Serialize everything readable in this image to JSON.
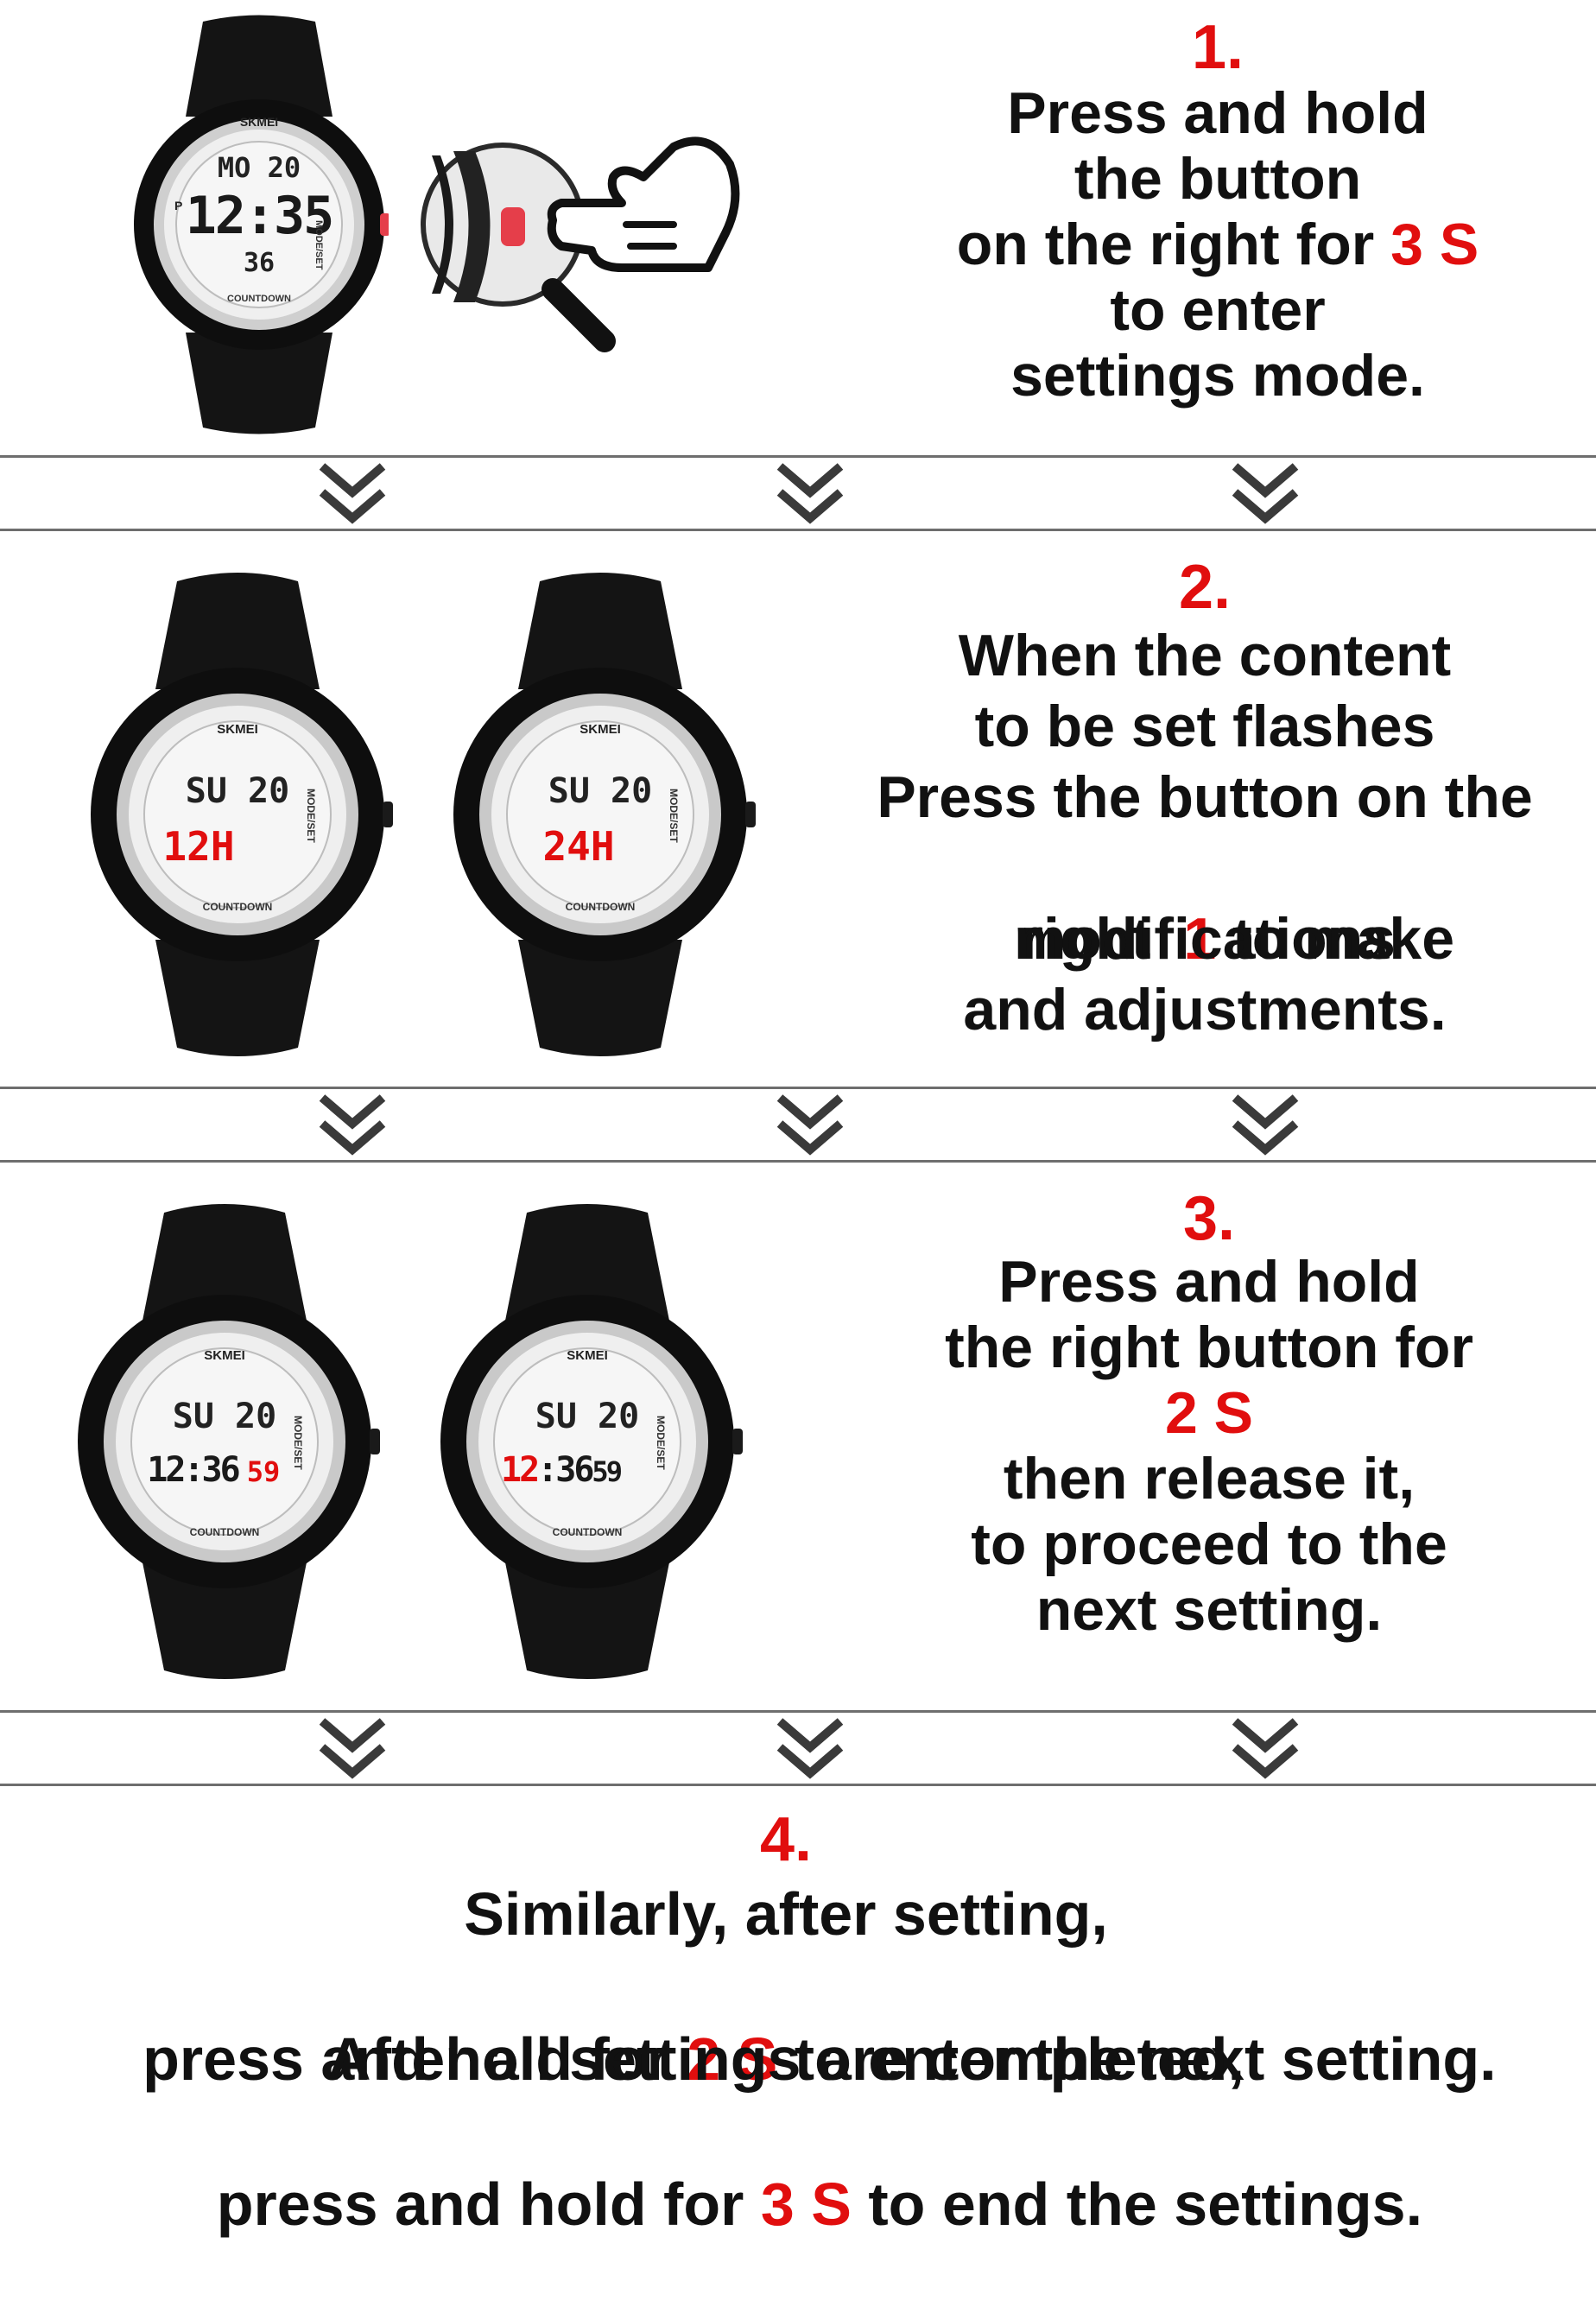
{
  "brand": "SKMEI",
  "bezel_side_label": "MODE/SET",
  "bezel_bottom_label": "COUNTDOWN",
  "accent_color": "#e10e0e",
  "separator_color": "#6e6e6e",
  "icons": [
    "double-chevron-down-icon",
    "pointing-hand-icon",
    "magnifier-icon"
  ],
  "step1": {
    "number": "1.",
    "line1": "Press and hold",
    "line2": "the button",
    "line3_pre": "on the right for ",
    "line3_highlight": "3 S",
    "line4": "to enter",
    "line5": "settings mode.",
    "watch": {
      "date": "MO 20",
      "time": "12:35",
      "am_pm": "P",
      "small": "36"
    }
  },
  "step2": {
    "number": "2.",
    "line1": "When the content",
    "line2": "to be set flashes",
    "line3": "Press the button on the",
    "line4_pre": "right  ",
    "line4_highlight": "1",
    "line4_post": " to make",
    "line5": "modifications",
    "line6": "and adjustments.",
    "watch_a": {
      "date": "SU 20",
      "value": "12H"
    },
    "watch_b": {
      "date": "SU 20",
      "value": "24H"
    }
  },
  "step3": {
    "number": "3.",
    "line1": "Press and hold",
    "line2": "the right button for",
    "line3_highlight": "2 S",
    "line4": "then release it,",
    "line5": "to proceed to the",
    "line6": "next setting.",
    "watch_a": {
      "date": "SU 20",
      "time": "12:36",
      "seconds": "59"
    },
    "watch_b": {
      "date": "SU 20",
      "hour": "12",
      "time_rest": ":36",
      "seconds": "59"
    }
  },
  "step4": {
    "number": "4.",
    "line1": "Similarly, after setting,",
    "line2_pre": "press and hold for ",
    "line2_highlight": "2 S",
    "line2_post": " to enter the next setting.",
    "line3": "After all settings are completed,",
    "line4_pre": "press and hold for ",
    "line4_highlight": "3 S",
    "line4_post": " to end the settings."
  }
}
